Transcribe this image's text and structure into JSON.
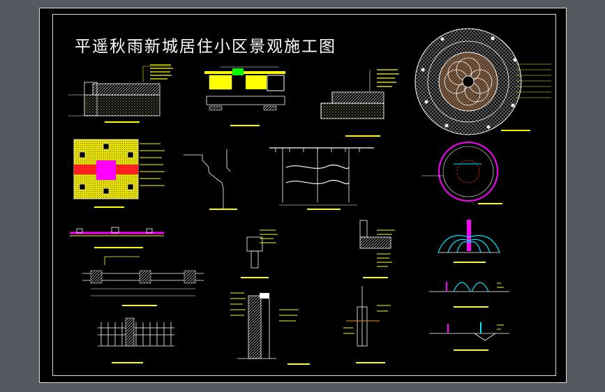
{
  "sheet": {
    "title": "平遥秋雨新城居住小区景观施工图",
    "background": "#000000",
    "frame_color": "#dddddd",
    "layer_colors": {
      "white": "#ffffff",
      "yellow": "#ffff00",
      "cyan": "#00e5ff",
      "magenta": "#ff00ff",
      "red": "#ff2020",
      "green": "#00ff00",
      "orange": "#ff8a00"
    }
  },
  "details": [
    {
      "id": "pave-section",
      "icon": "pavement-section-icon"
    },
    {
      "id": "tree-pool-section",
      "icon": "tree-pool-icon"
    },
    {
      "id": "stair-section",
      "icon": "stair-section-icon"
    },
    {
      "id": "circular-plaza-plan",
      "icon": "circular-plaza-icon"
    },
    {
      "id": "paving-pattern-plan",
      "icon": "paving-pattern-icon"
    },
    {
      "id": "slope-profile",
      "icon": "slope-profile-icon"
    },
    {
      "id": "pergola-elevation",
      "icon": "pergola-icon"
    },
    {
      "id": "fountain-pool-plan",
      "icon": "fountain-pool-icon"
    },
    {
      "id": "curb-sections",
      "icon": "curb-icon"
    },
    {
      "id": "lamp-base-detail",
      "icon": "lamp-base-icon"
    },
    {
      "id": "wall-cap-detail",
      "icon": "wall-cap-icon"
    },
    {
      "id": "fountain-elevation",
      "icon": "fountain-jet-icon"
    },
    {
      "id": "path-plan",
      "icon": "path-plan-icon"
    },
    {
      "id": "jet-section-1",
      "icon": "jet-section-icon"
    },
    {
      "id": "fence-elevation",
      "icon": "fence-icon"
    },
    {
      "id": "wall-section",
      "icon": "wall-section-icon"
    },
    {
      "id": "pipe-detail",
      "icon": "pipe-detail-icon"
    },
    {
      "id": "jet-section-2",
      "icon": "jet-section-icon"
    }
  ]
}
